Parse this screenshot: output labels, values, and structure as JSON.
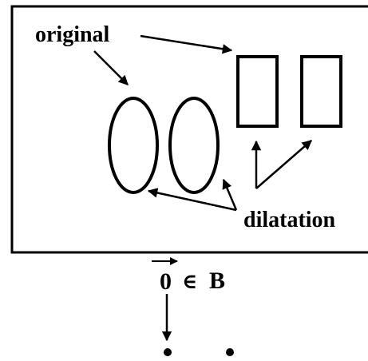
{
  "labels": {
    "original": "original",
    "dilatation": "dilatation",
    "origin_symbol": "0",
    "membership": "∈",
    "set_name": "B"
  },
  "colors": {
    "ink": "#000000",
    "background": "#ffffff"
  }
}
